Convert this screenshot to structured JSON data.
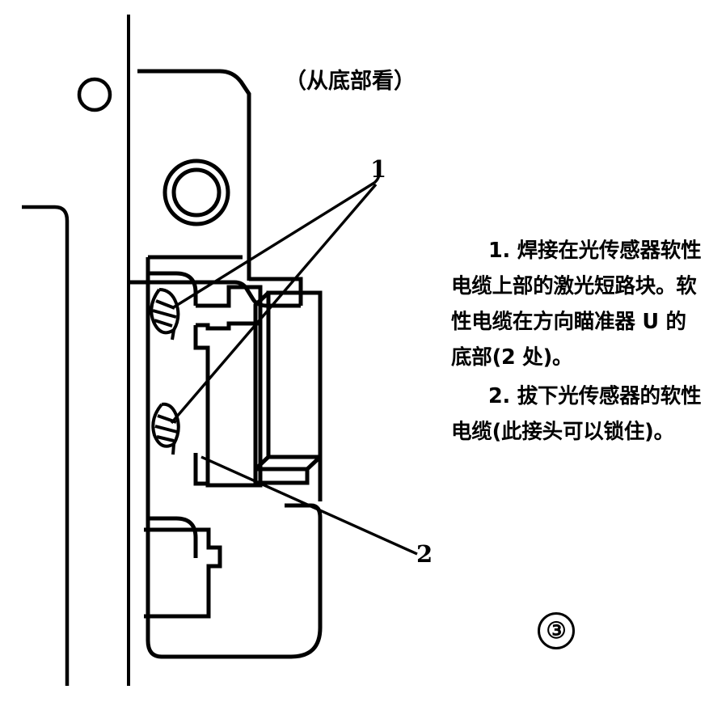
{
  "figure": {
    "view_title": "（从底部看）",
    "figure_number": "③",
    "callouts": [
      {
        "id": "1",
        "label": "1"
      },
      {
        "id": "2",
        "label": "2"
      }
    ],
    "notes": [
      "1. 焊接在光传感器软性电缆上部的激光短路块。软性电缆在方向瞄准器 U 的底部(2 处)。",
      "2. 拔下光传感器的软性电缆(此接头可以锁住)。"
    ],
    "colors": {
      "ink": "#000000",
      "background": "#ffffff"
    },
    "parts": {
      "upper_housing": "upper-housing-outline",
      "pivot_boss": "concentric-boss",
      "locator_hole": "small-round-hole",
      "chassis_edge": "chassis-vertical-edge",
      "bracket_edge": "left-bracket-edge",
      "cable_joint_upper": "flex-cable-solder-joint-upper",
      "cable_joint_lower": "flex-cable-solder-joint-lower",
      "connector_block": "flex-cable-connector-block",
      "lower_housing": "lower-housing-outline"
    }
  }
}
